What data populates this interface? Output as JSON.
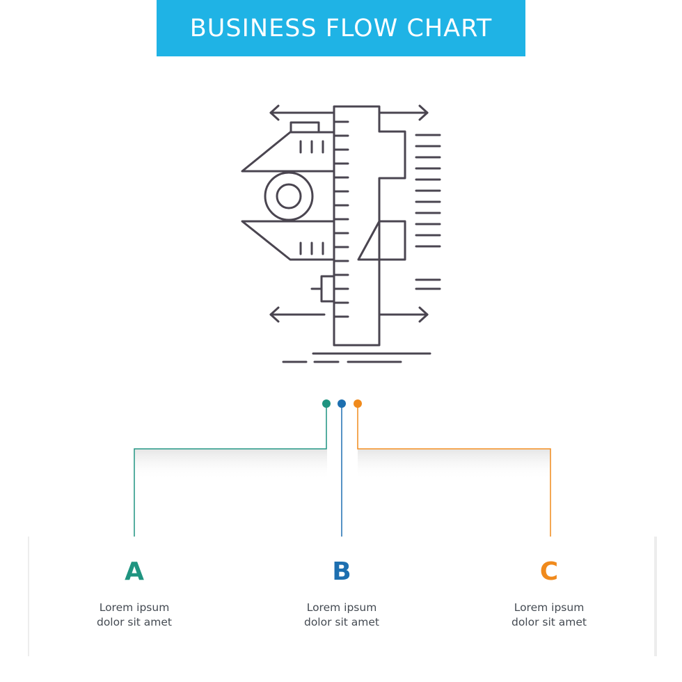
{
  "header": {
    "title": "BUSINESS FLOW CHART"
  },
  "colors": {
    "title_bg": "#1fb3e5",
    "title_text": "#ffffff",
    "teal": "#1f9480",
    "blue": "#1d6fb0",
    "orange": "#f08a1c",
    "icon_stroke": "#4a4550",
    "body_text": "#444a52"
  },
  "illustration": {
    "icon": "vernier-caliper-icon"
  },
  "steps": [
    {
      "letter": "A",
      "line1": "Lorem ipsum",
      "line2": "dolor sit amet",
      "color": "#1f9480"
    },
    {
      "letter": "B",
      "line1": "Lorem ipsum",
      "line2": "dolor sit amet",
      "color": "#1d6fb0"
    },
    {
      "letter": "C",
      "line1": "Lorem ipsum",
      "line2": "dolor sit amet",
      "color": "#f08a1c"
    }
  ]
}
